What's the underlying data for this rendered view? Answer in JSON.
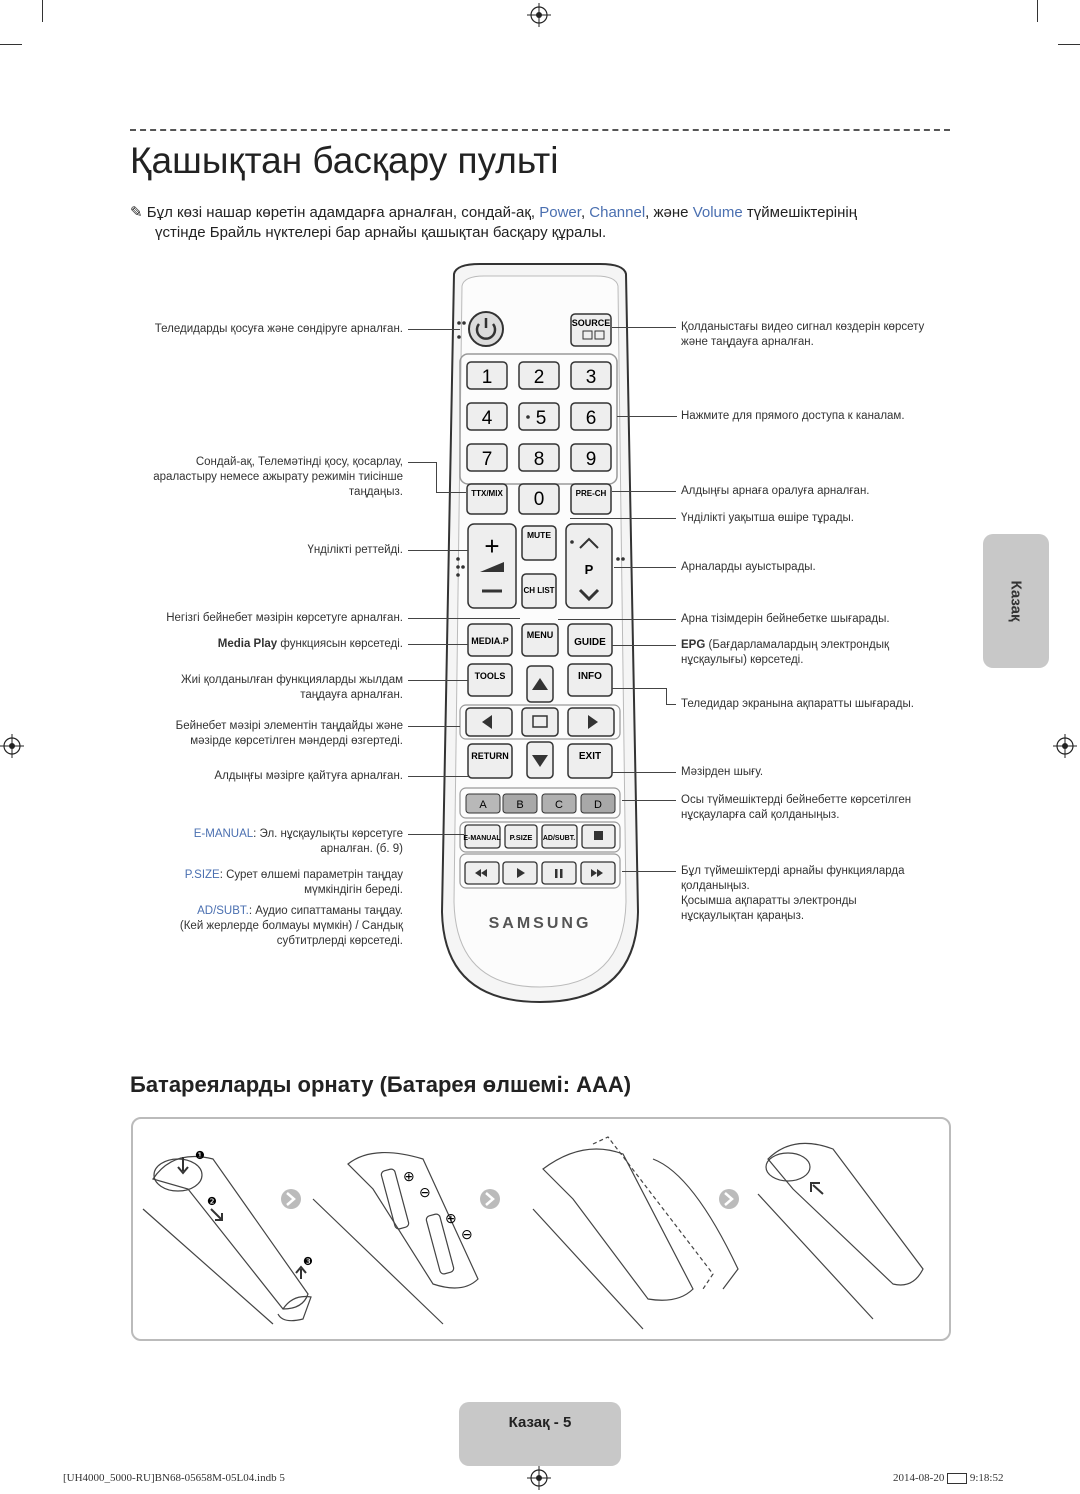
{
  "page": {
    "title": "Қашықтан басқару пульті",
    "note_icon": "pencil-note-icon",
    "note_part1": "Бұл көзі нашар көретін адамдарға арналған, сондай-ақ,",
    "note_power": "Power",
    "note_channel": "Channel",
    "note_and": "және",
    "note_volume": "Volume",
    "note_part2": "түймешіктерінің",
    "note_line2": "үстінде Брайль нүктелері бар арнайы қашықтан басқару құралы.",
    "accent_color": "#4a6fb0"
  },
  "left_labels": {
    "power": "Теледидарды қосуға және сөндіруге арналған.",
    "teletext_1": "Сондай-ақ, Телемәтінді қосу, қосарлау,",
    "teletext_2": "араластыру немесе ажырату режимін тиісінше",
    "teletext_3": "таңдаңыз.",
    "volume": "Үнділікті реттейді.",
    "menu": "Негізгі бейнебет мәзірін көрсетуге арналған.",
    "media_bold": "Media Play",
    "media_rest": "функциясын көрсетеді.",
    "tools_1": "Жиі қолданылған функцияларды жылдам",
    "tools_2": "таңдауға арналған.",
    "nav_1": "Бейнебет мәзірі элементін таңдайды және",
    "nav_2": "мәзірде көрсетілген мәндерді өзгертеді.",
    "return": "Алдыңғы мәзірге қайтуға арналған.",
    "emanual_key": "E-MANUAL",
    "emanual_rest": ": Эл. нұсқаулықты көрсетуге",
    "emanual_2": "арналған. (б. 9)",
    "psize_key": "P.SIZE",
    "psize_rest": ": Сурет өлшемі параметрін таңдау",
    "psize_2": "мүмкіндігін береді.",
    "adsubt_key": "AD/SUBT.",
    "adsubt_rest": ": Аудио сипаттаманы таңдау.",
    "adsubt_2": "(Кей жерлерде болмауы мүмкін) / Сандық",
    "adsubt_3": "субтитрлерді көрсетеді."
  },
  "right_labels": {
    "source_1": "Қолданыстағы видео сигнал көздерін көрсету",
    "source_2": "және таңдауға арналған.",
    "numbers": "Нажмите для прямого доступа к каналам.",
    "prech": "Алдыңғы арнаға оралуға арналған.",
    "mute": "Үнділікті уақытша өшіре тұрады.",
    "channel": "Арналарды ауыстырады.",
    "chlist": "Арна тізімдерін бейнебетке шығарады.",
    "epg_key": "EPG",
    "epg_rest": "(Бағдарламалардың электрондық",
    "epg_2": "нұсқаулығы) көрсетеді.",
    "info": "Теледидар экранына ақпаратты шығарады.",
    "exit": "Мәзірден шығу.",
    "color_1": "Осы түймешіктерді бейнебетте көрсетілген",
    "color_2": "нұсқауларға сай қолданыңыз.",
    "special_1": "Бұл түймешіктерді арнайы функцияларда",
    "special_2": "қолданыңыз.",
    "special_3": "Қосымша ақпаратты электронды",
    "special_4": "нұсқаулықтан қараңыз."
  },
  "remote": {
    "source": "SOURCE",
    "digits": [
      "1",
      "2",
      "3",
      "4",
      "5",
      "6",
      "7",
      "8",
      "9",
      "0"
    ],
    "ttx": "TTX/MIX",
    "prech": "PRE-CH",
    "mute": "MUTE",
    "chlist": "CH LIST",
    "p": "P",
    "media": "MEDIA.P",
    "menu": "MENU",
    "guide": "GUIDE",
    "tools": "TOOLS",
    "info": "INFO",
    "return": "RETURN",
    "exit": "EXIT",
    "colors": [
      "A",
      "B",
      "C",
      "D"
    ],
    "color_hex": [
      "#b8b8b8",
      "#a8a8a8",
      "#b0b0b0",
      "#a8a8a8"
    ],
    "emanual": "E-MANUAL",
    "psize": "P.SIZE",
    "adsubt": "AD/SUBT.",
    "brand": "SAMSUNG"
  },
  "battery": {
    "heading": "Батареяларды орнату (Батарея өлшемі: AAA)",
    "step1": "❶",
    "step2": "❷",
    "step3": "❸",
    "plus": "⊕",
    "minus": "⊖"
  },
  "side_tab": "Казақ",
  "page_tab": "Казақ - 5",
  "footer": {
    "file": "[UH4000_5000-RU]BN68-05658M-05L04.indb   5",
    "date": "2014-08-20",
    "time": "9:18:52"
  }
}
